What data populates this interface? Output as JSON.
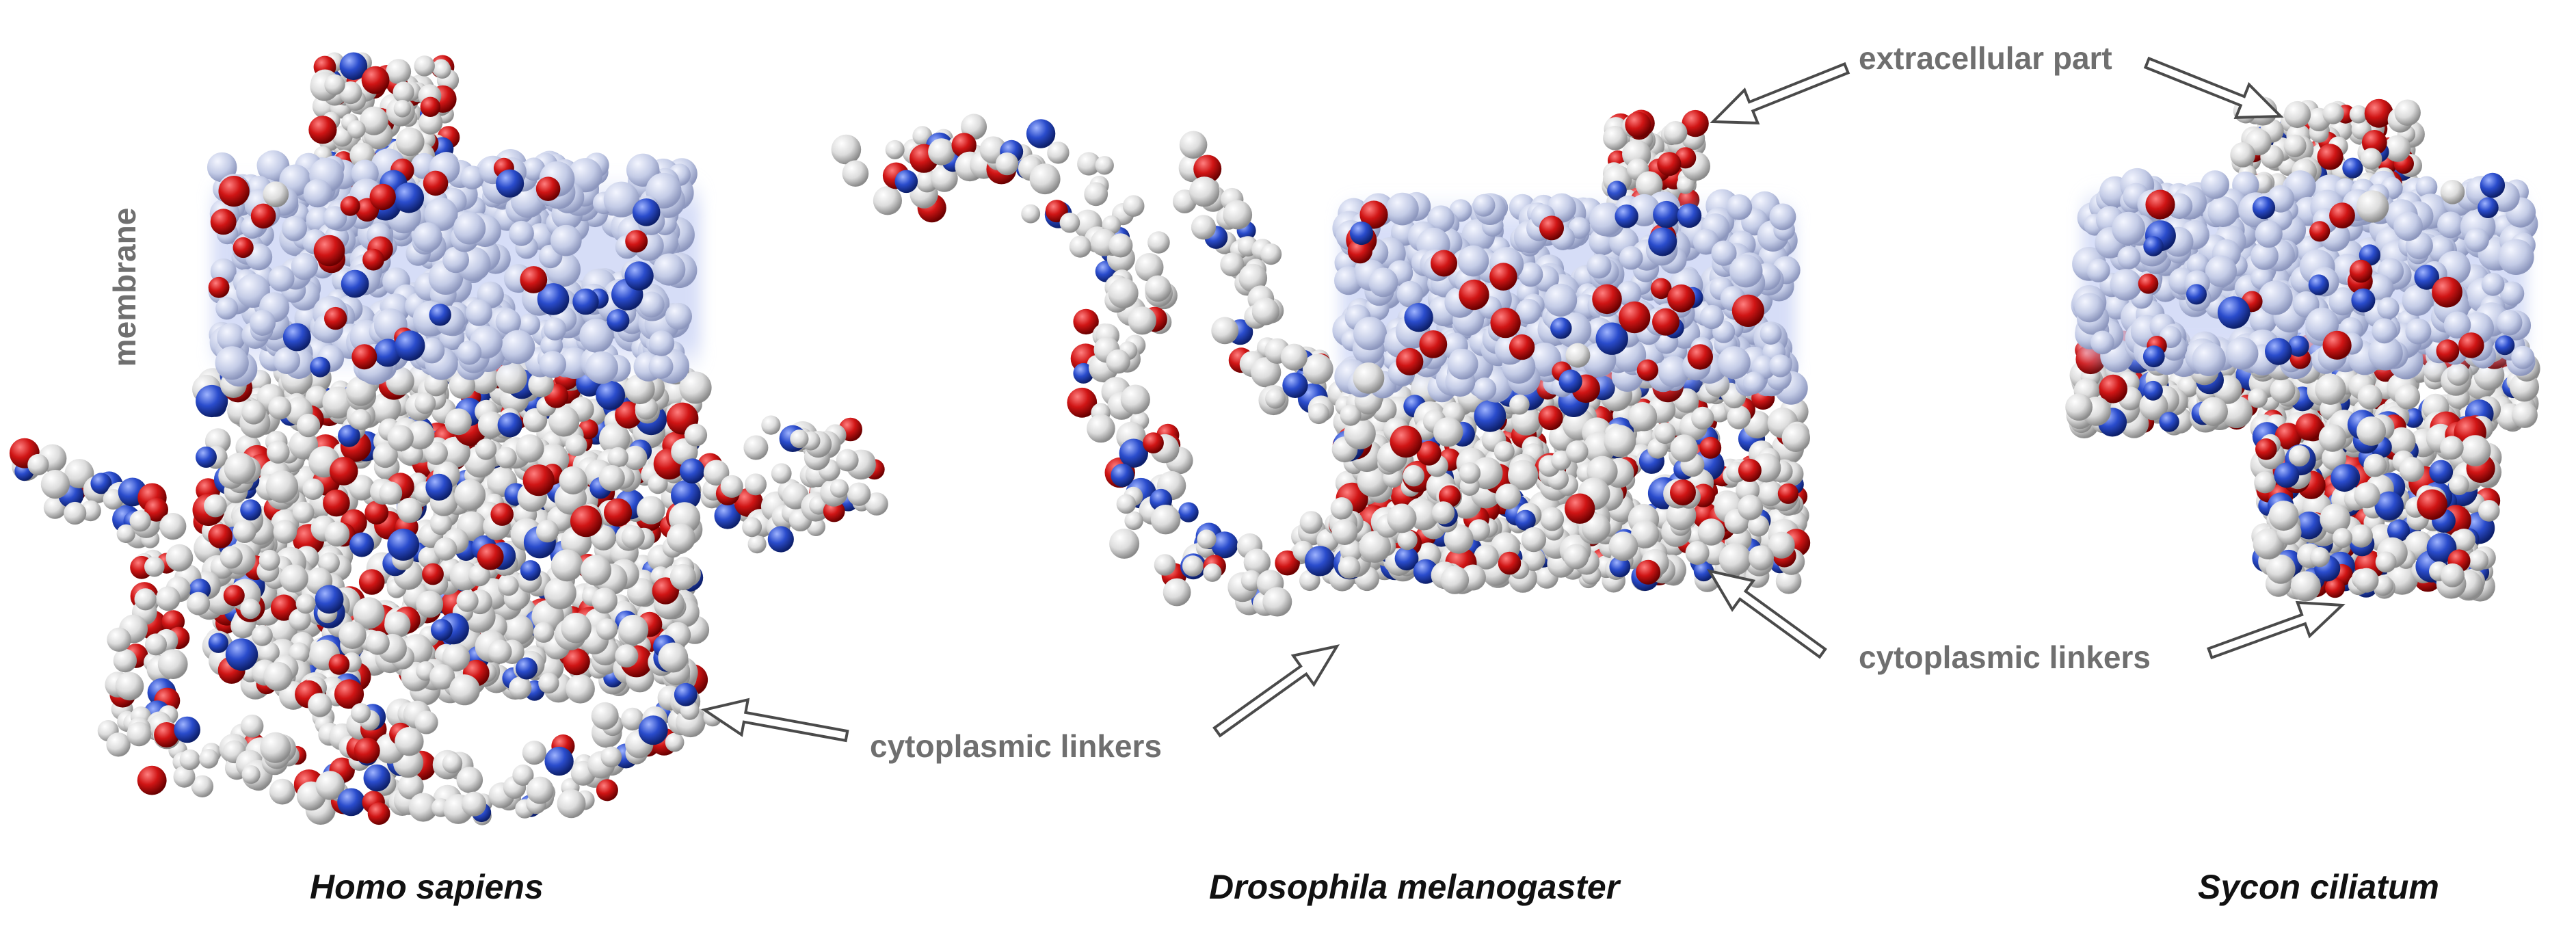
{
  "labels": {
    "membrane": "membrane",
    "extracellular_part": "extracellular part",
    "cytoplasmic_linkers_left": "cytoplasmic linkers",
    "cytoplasmic_linkers_right": "cytoplasmic linkers"
  },
  "species": {
    "homo_sapiens": "Homo sapiens",
    "drosophila": "Drosophila melanogaster",
    "sycon": "Sycon ciliatum"
  },
  "colors": {
    "atom_white": "#e6e6e6",
    "atom_red": "#cc1111",
    "atom_blue": "#2244bb",
    "membrane_blue": "#c7d0f0",
    "label_gray": "#6f6f6f",
    "species_black": "#111111"
  }
}
